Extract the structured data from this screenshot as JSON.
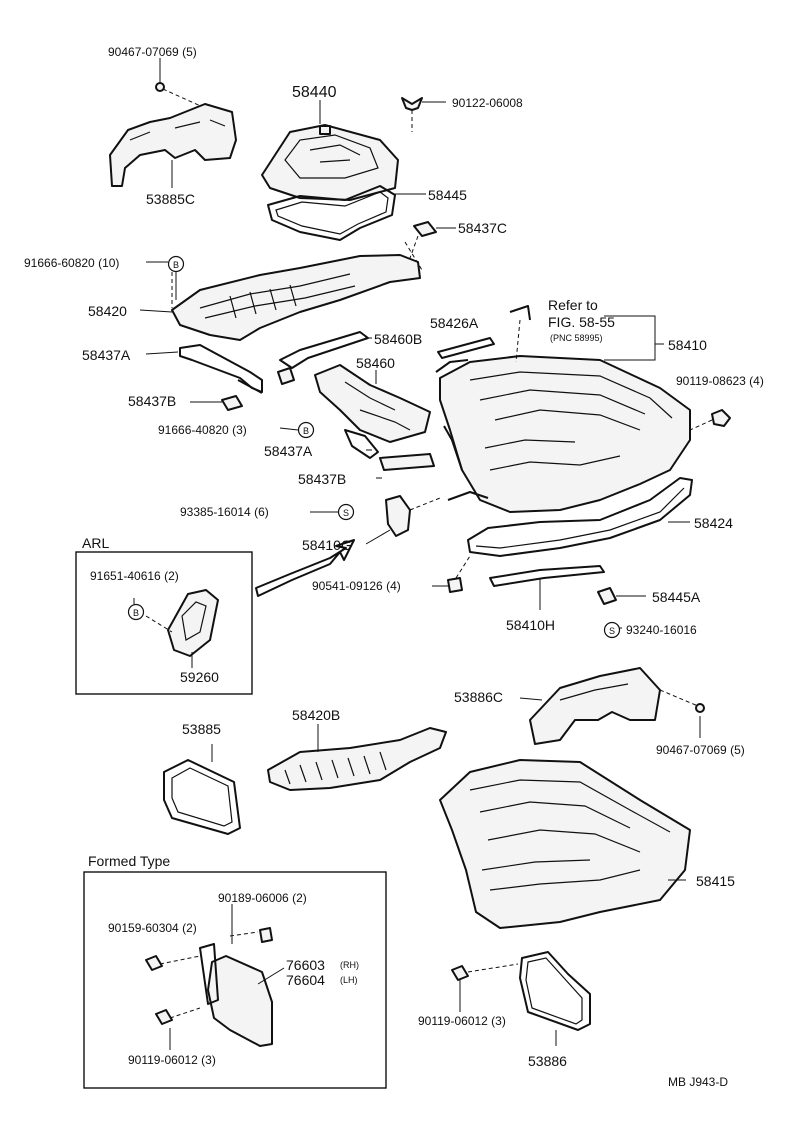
{
  "labels": {
    "p90467_top": "90467-07069 (5)",
    "p58440": "58440",
    "p90122": "90122-06008",
    "p53885C": "53885C",
    "p58445": "58445",
    "p58437C": "58437C",
    "p91666_10": "91666-60820 (10)",
    "p58420": "58420",
    "p58460B": "58460B",
    "p58426A": "58426A",
    "refer_to": "Refer to",
    "refer_fig": "FIG. 58-55",
    "refer_pnc": "(PNC 58995)",
    "p58410": "58410",
    "p58437A_1": "58437A",
    "p58460": "58460",
    "p90119_4": "90119-08623 (4)",
    "p58437B_1": "58437B",
    "p91666_3": "91666-40820 (3)",
    "p58437A_2": "58437A",
    "p58437B_2": "58437B",
    "p93385": "93385-16014 (6)",
    "p58424": "58424",
    "p58410G": "58410G",
    "arl": "ARL",
    "p91651": "91651-40616 (2)",
    "p90541": "90541-09126 (4)",
    "p58445A": "58445A",
    "p58410H": "58410H",
    "p93240": "93240-16016",
    "p59260": "59260",
    "p53886C": "53886C",
    "p53885": "53885",
    "p58420B": "58420B",
    "p90467_bot": "90467-07069 (5)",
    "formed_type": "Formed Type",
    "p58415": "58415",
    "p90189": "90189-06006 (2)",
    "p90159": "90159-60304 (2)",
    "p76603": "76603",
    "p76603_side": "(RH)",
    "p76604": "76604",
    "p76604_side": "(LH)",
    "p90119_formed": "90119-06012 (3)",
    "p90119_bot": "90119-06012 (3)",
    "p53886": "53886",
    "drawing_code": "MB  J943-D"
  },
  "callouts": {
    "b": "B",
    "s": "S"
  }
}
